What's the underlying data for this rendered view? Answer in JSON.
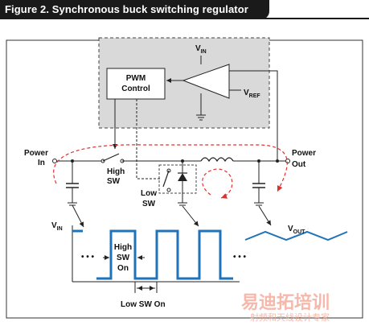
{
  "title": "Figure 2. Synchronous buck switching regulator",
  "labels": {
    "vin_top": "V",
    "vin_top_sub": "IN",
    "pwm_line1": "PWM",
    "pwm_line2": "Control",
    "vref": "V",
    "vref_sub": "REF",
    "power_in_1": "Power",
    "power_in_2": "In",
    "power_out_1": "Power",
    "power_out_2": "Out",
    "high_sw_1": "High",
    "high_sw_2": "SW",
    "low_sw_1": "Low",
    "low_sw_2": "SW",
    "vin_wave": "V",
    "vin_wave_sub": "IN",
    "vout": "V",
    "vout_sub": "OUT",
    "dots_left": "• • •",
    "dots_right": "• • •",
    "high_sw_on_1": "High",
    "high_sw_on_2": "SW",
    "high_sw_on_3": "On",
    "low_sw_on": "Low SW On"
  },
  "watermark": {
    "big": "易迪拓培训",
    "small": "射频和天线设计专家"
  },
  "colors": {
    "box_fill": "#d9d9d9",
    "waveform": "#1f73b8",
    "current_loop": "#e0302e",
    "watermark": "#f2a18f"
  }
}
